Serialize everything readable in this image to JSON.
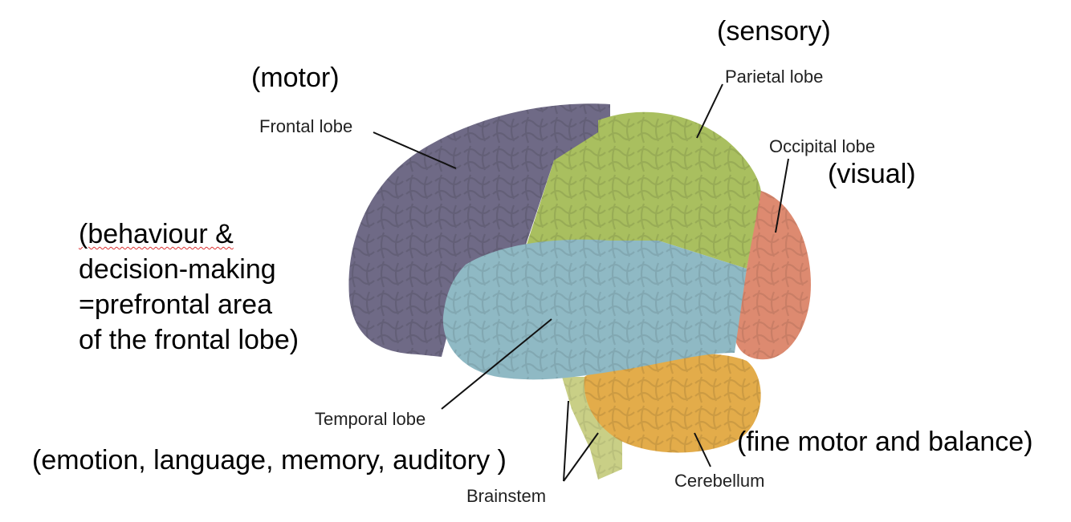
{
  "labels": {
    "frontal": "Frontal lobe",
    "parietal": "Parietal lobe",
    "occipital": "Occipital lobe",
    "temporal": "Temporal lobe",
    "brainstem": "Brainstem",
    "cerebellum": "Cerebellum"
  },
  "annotations": {
    "motor": "(motor)",
    "sensory": "(sensory)",
    "visual": "(visual)",
    "behaviour": [
      "(behaviour &",
      "decision-making",
      "=prefrontal area",
      "of the frontal lobe)"
    ],
    "temporal_functions": "(emotion, language, memory, auditory )",
    "cerebellum_functions": "(fine motor and balance)"
  },
  "colors": {
    "frontal": "#6f6a86",
    "parietal": "#a9bf5f",
    "occipital": "#dd8a70",
    "temporal": "#8fb9c4",
    "cerebellum": "#e3ac4a",
    "brainstem": "#c9cf86"
  }
}
